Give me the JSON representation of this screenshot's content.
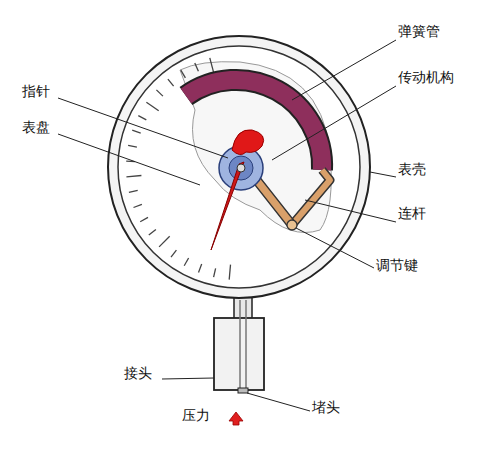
{
  "diagram": {
    "labels": [
      "弹簧管",
      "传动机构",
      "指针",
      "表盘",
      "表壳",
      "连杆",
      "调节键",
      "接头",
      "堵头",
      "压力"
    ]
  }
}
